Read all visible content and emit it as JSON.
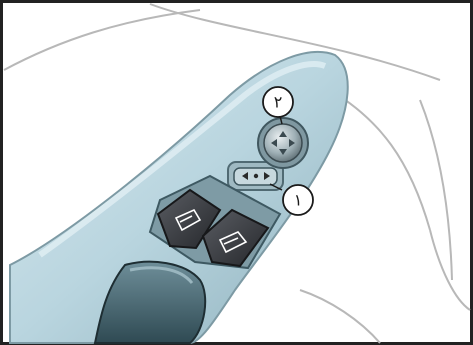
{
  "illustration": {
    "callouts": [
      {
        "id": "mirror-control",
        "label": "٢"
      },
      {
        "id": "mirror-selector",
        "label": "١"
      }
    ],
    "colors": {
      "panel_light": "#c4dde6",
      "panel_mid": "#a9c9d4",
      "panel_dark": "#5f7f8a",
      "switch_face": "#3c3e42",
      "switch_edge": "#1f2023",
      "outline": "#2a2a2a"
    }
  }
}
